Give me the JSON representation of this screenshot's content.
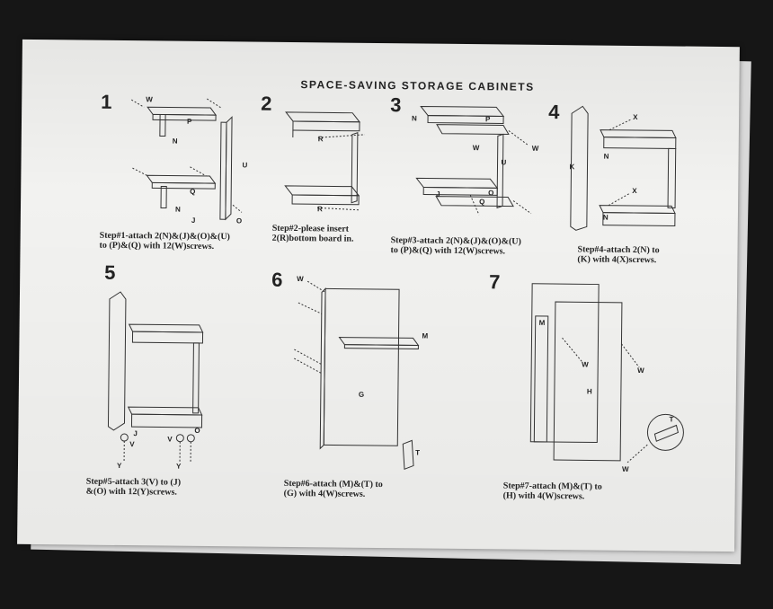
{
  "document": {
    "title": "SPACE-SAVING STORAGE CABINETS",
    "steps": [
      {
        "number": "1",
        "caption_lines": [
          "Step#1-attach 2(N)&(J)&(O)&(U)",
          "to (P)&(Q) with 12(W)screws."
        ]
      },
      {
        "number": "2",
        "caption_lines": [
          "Step#2-please insert",
          "2(R)bottom board in."
        ]
      },
      {
        "number": "3",
        "caption_lines": [
          "Step#3-attach 2(N)&(J)&(O)&(U)",
          "to (P)&(Q) with 12(W)screws."
        ]
      },
      {
        "number": "4",
        "caption_lines": [
          "Step#4-attach 2(N) to",
          "(K) with 4(X)screws."
        ]
      },
      {
        "number": "5",
        "caption_lines": [
          "Step#5-attach 3(V) to (J)",
          "&(O) with 12(Y)screws."
        ]
      },
      {
        "number": "6",
        "caption_lines": [
          "Step#6-attach (M)&(T) to",
          "(G) with 4(W)screws."
        ]
      },
      {
        "number": "7",
        "caption_lines": [
          "Step#7-attach (M)&(T) to",
          "(H) with 4(W)screws."
        ]
      }
    ],
    "part_labels": {
      "p": "P",
      "q": "Q",
      "n": "N",
      "w": "W",
      "u": "U",
      "j": "J",
      "o": "O",
      "r": "R",
      "k": "K",
      "x": "X",
      "v": "V",
      "y": "Y",
      "g": "G",
      "m": "M",
      "t": "T",
      "h": "H"
    }
  }
}
